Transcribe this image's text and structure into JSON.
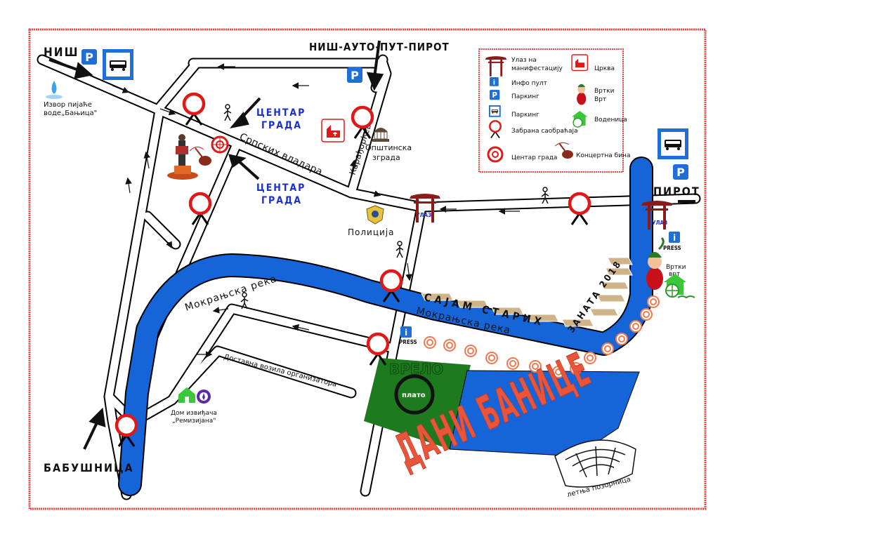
{
  "labels": {
    "nis": "НИШ",
    "nis_auto_put_pirot": "НИШ-АУТО-ПУТ-ПИРОТ",
    "pirot": "ПИРОТ",
    "babusnica": "БАБУШНИЦА",
    "centar_grada_1": "ЦЕНТАР",
    "centar_grada_1b": "ГРАДА",
    "centar_grada_2": "ЦЕНТАР",
    "centar_grada_2b": "ГРАДА",
    "srpskih_vladara": "Српских владара",
    "karadjordjeva": "Карађорђева",
    "mokranjska_reka_1": "Мокрањска река",
    "mokranjska_reka_2": "Мокрањска река",
    "dostavna_vozila": "Доставна возила организатора",
    "sajam_starih": "САЈАМ СТАРИХ",
    "zanata_2018": "ЗАНАТА 2018",
    "dani_banice": "ДАНИ БАНИЦЕ",
    "izvor_line1": "Извор пијаће",
    "izvor_line2": "воде„Бањица\"",
    "opstinska_line1": "Општинска",
    "opstinska_line2": "зграда",
    "policija": "Полиција",
    "ulaz_1": "УЛАЗ",
    "ulaz_2": "УЛАЗ",
    "press_1": "PRESS",
    "press_2": "PRESS",
    "vrtkin_vrt_line1": "Вртки",
    "vrtkin_vrt_line2": "врт",
    "vrelo": "ВРЕЛО",
    "plato": "плато",
    "dom_line1": "Дом извиђача",
    "dom_line2": "„Ремизијана\"",
    "letnja_pozornica": "летња позорница",
    "parking_letter": "P",
    "info_letter": "i"
  },
  "legend": {
    "ulaz_line1": "Улаз на",
    "ulaz_line2": "манифестацију",
    "info": "Инфо пулт",
    "parking": "Паркинг",
    "parking_bus": "Паркинг",
    "zabrana": "Забрана саобраћаја",
    "centar": "Центар града",
    "crkva": "Црква",
    "vrtkin_line1": "Вртки",
    "vrtkin_line2": "Врт",
    "vodenica": "Воденица",
    "koncertna": "Концертна бина"
  },
  "colors": {
    "river": "#1565d8",
    "border": "#e84a4a",
    "forbid": "#e01818",
    "plato": "#1e7a1e",
    "gate": "#8b1a1a",
    "parking": "#1f6fd6",
    "dani_banice": "#e8553a"
  }
}
